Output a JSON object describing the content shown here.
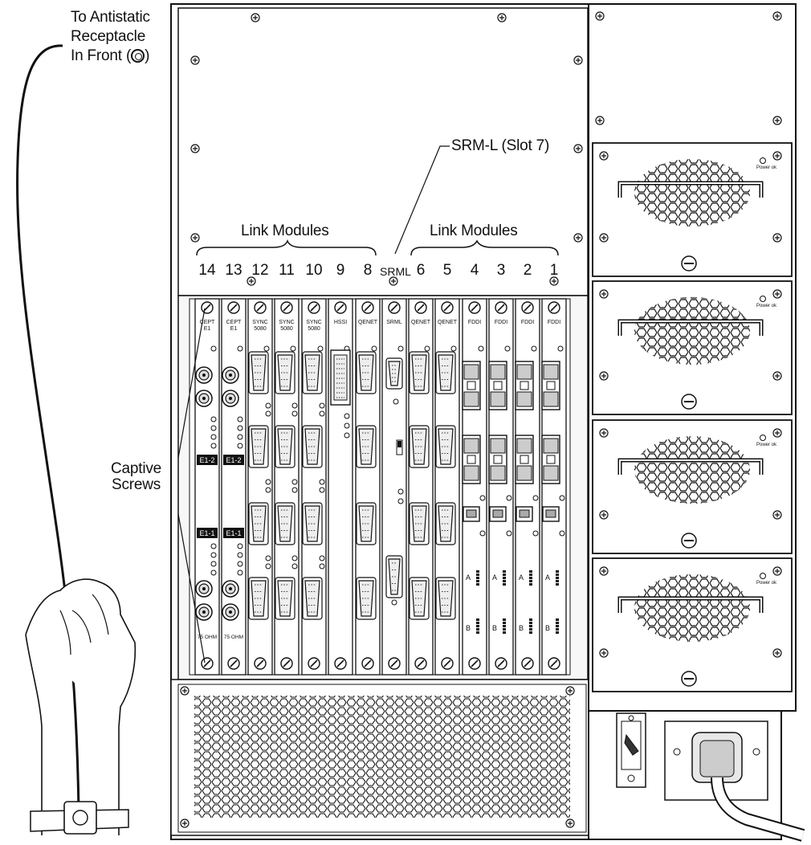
{
  "callouts": {
    "antistatic_line1": "To Antistatic",
    "antistatic_line2": "Receptacle",
    "antistatic_line3": "In Front (",
    "antistatic_line4": ")",
    "srm": "SRM-L (Slot 7)",
    "link_modules_left": "Link Modules",
    "link_modules_right": "Link Modules",
    "captive_line1": "Captive",
    "captive_line2": "Screws"
  },
  "slots": [
    "14",
    "13",
    "12",
    "11",
    "10",
    "9",
    "8",
    "SRML",
    "6",
    "5",
    "4",
    "3",
    "2",
    "1"
  ],
  "module_labels": [
    "CEPT E1",
    "CEPT E1",
    "SYNC 5080",
    "SYNC 5080",
    "SYNC 5080",
    "HSSI",
    "QENET",
    "SRML",
    "QENET",
    "QENET",
    "FDDI",
    "FDDI",
    "FDDI",
    "FDDI"
  ],
  "cept_labels": {
    "e1_2": "E1-2",
    "e1_1": "E1-1",
    "ohm": "75 OHM"
  },
  "fddi_labels": {
    "a": "A",
    "b": "B"
  },
  "psu_label": "Power ok",
  "icons": [
    "wrist-strap-icon",
    "antistatic-receptacle-icon",
    "captive-screw-icon",
    "power-switch-icon",
    "power-plug-icon"
  ]
}
